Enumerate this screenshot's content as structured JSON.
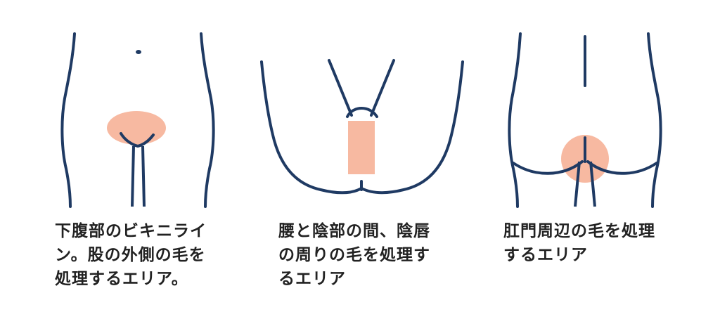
{
  "colors": {
    "outline": "#1f3a63",
    "area": "#f7b9a1",
    "text": "#222222"
  },
  "panels": [
    {
      "name": "front",
      "caption_lines": [
        "下腹部のビキニライ",
        "ン。股の外側の毛を",
        "処理するエリア。"
      ]
    },
    {
      "name": "underside",
      "caption_lines": [
        "腰と陰部の間、陰唇",
        "の周りの毛を処理す",
        "るエリア"
      ]
    },
    {
      "name": "back",
      "caption_lines": [
        "肛門周辺の毛を処理",
        "するエリア"
      ]
    }
  ]
}
